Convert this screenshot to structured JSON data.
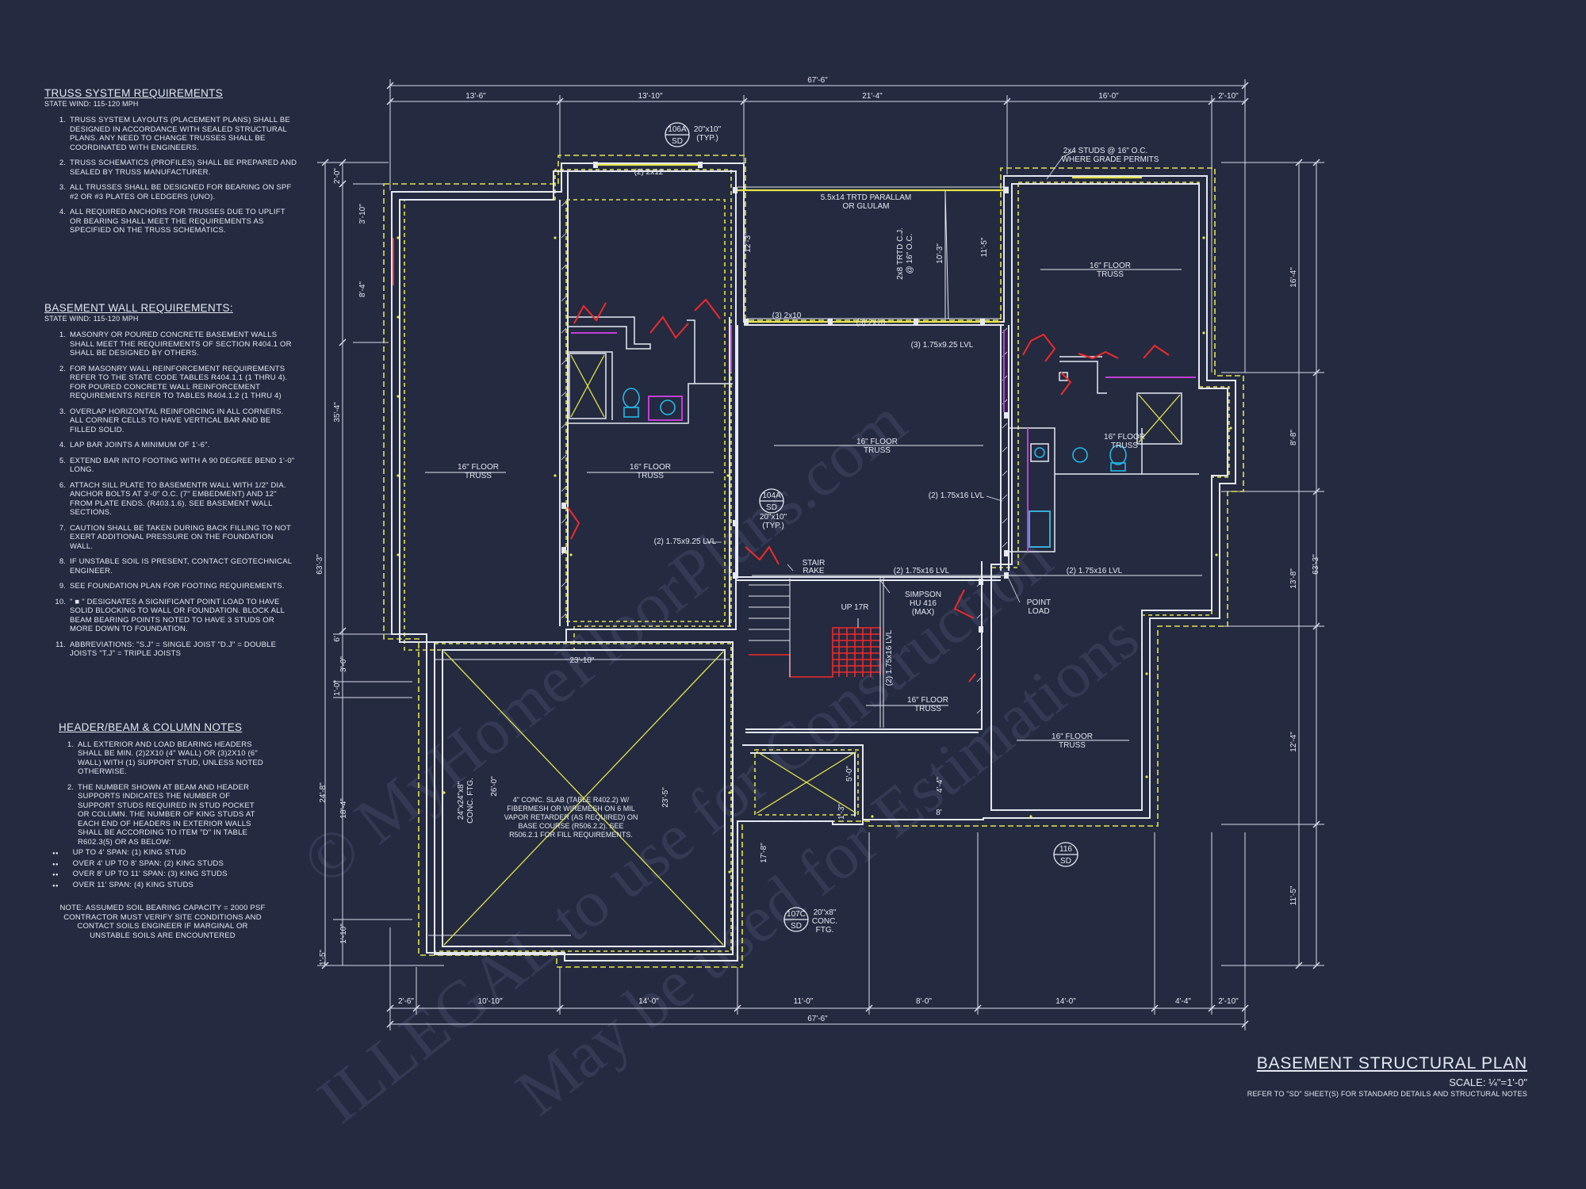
{
  "truss_notes": {
    "title": "TRUSS SYSTEM REQUIREMENTS",
    "subtitle": "STATE Wind: 115-120 mph",
    "items": [
      "TRUSS SYSTEM LAYOUTS (PLACEMENT PLANS) SHALL BE DESIGNED IN ACCORDANCE WITH SEALED STRUCTURAL PLANS. ANY NEED TO CHANGE TRUSSES SHALL BE COORDINATED WITH ENGINEERS.",
      "TRUSS SCHEMATICS (PROFILES) SHALL BE PREPARED AND SEALED BY TRUSS MANUFACTURER.",
      "ALL TRUSSES SHALL BE DESIGNED FOR BEARING ON SPF #2 OR #3 PLATES OR LEDGERS (UNO).",
      "ALL REQUIRED ANCHORS FOR TRUSSES DUE TO UPLIFT OR BEARING SHALL MEET THE REQUIREMENTS AS SPECIFIED ON THE TRUSS SCHEMATICS."
    ]
  },
  "basement_notes": {
    "title": "BASEMENT WALL REQUIREMENTS:",
    "subtitle": "STATE Wind: 115-120 mph",
    "items": [
      "MASONRY OR POURED CONCRETE BASEMENT WALLS SHALL MEET THE REQUIREMENTS OF SECTION R404.1 OR SHALL BE DESIGNED BY OTHERS.",
      "FOR MASONRY WALL REINFORCEMENT REQUIREMENTS REFER TO THE STATE CODE TABLES R404.1.1 (1 THRU 4). FOR POURED CONCRETE WALL REINFORCEMENT REQUIREMENTS REFER TO TABLES R404.1.2 (1 THRU 4)",
      "OVERLAP HORIZONTAL REINFORCING IN ALL CORNERS. ALL CORNER CELLS TO HAVE VERTICAL BAR AND BE FILLED SOLID.",
      "LAP BAR JOINTS A MINIMUM OF 1'-6\".",
      "EXTEND BAR INTO FOOTING WITH A 90 DEGREE BEND 1'-0\" LONG.",
      "ATTACH SILL PLATE TO BASEMENTR WALL WITH 1/2\" DIA. ANCHOR BOLTS AT 3'-0\" O.C. (7\" EMBEDMENT) AND 12\" FROM PLATE ENDS. (R403.1.6). SEE BASEMENT WALL SECTIONS.",
      "CAUTION SHALL BE TAKEN DURING BACK FILLING TO NOT EXERT ADDITIONAL PRESSURE ON THE FOUNDATION WALL.",
      "IF UNSTABLE SOIL IS PRESENT, CONTACT GEOTECHNICAL ENGINEER.",
      "SEE FOUNDATION PLAN FOR FOOTING REQUIREMENTS.",
      "\" ■ \" DESIGNATES A SIGNIFICANT POINT LOAD TO HAVE SOLID BLOCKING TO WALL OR FOUNDATION. BLOCK ALL BEAM BEARING POINTS NOTED TO HAVE 3 STUDS OR MORE DOWN TO FOUNDATION.",
      "ABBREVIATIONS: \"S.J\" = SINGLE JOIST \"D.J\" = DOUBLE JOISTS \"T.J\" = TRIPLE JOISTS"
    ]
  },
  "header_notes": {
    "title": "HEADER/BEAM & COLUMN NOTES",
    "items": [
      "ALL EXTERIOR AND LOAD BEARING HEADERS SHALL BE MIN. (2)2x10 (4\" WALL) OR (3)2x10 (6\" WALL) WITH (1) SUPPORT STUD, UNLESS NOTED OTHERWISE.",
      "THE NUMBER SHOWN AT BEAM AND HEADER SUPPORTS INDICATES THE NUMBER OF SUPPORT STUDS REQUIRED IN STUD POCKET OR COLUMN. THE NUMBER OF KING STUDS AT EACH END OF HEADERS IN EXTERIOR WALLS SHALL BE ACCORDING TO ITEM \"d\" IN TABLE R602.3(5) OR AS BELOW:"
    ],
    "bullets": [
      "UP TO 4' SPAN: (1) KING STUD",
      "OVER 4' UP TO 8' SPAN: (2) KING STUDS",
      "OVER 8' UP TO 11' SPAN: (3) KING STUDS",
      "OVER 11' SPAN: (4) KING STUDS"
    ],
    "note": "NOTE: ASSUMED SOIL BEARING CAPACITY = 2000 PSF CONTRACTOR MUST VERIFY SITE CONDITIONS AND CONTACT SOILS ENGINEER IF MARGINAL OR UNSTABLE SOILS ARE ENCOUNTERED"
  },
  "title_block": {
    "title": "BASEMENT STRUCTURAL PLAN",
    "scale": "SCALE: ¼\"=1'-0\"",
    "reference": "REFER TO \"SD\" SHEET(S) FOR STANDARD DETAILS AND STRUCTURAL NOTES"
  },
  "dimensions": {
    "top_overall": "67'-6\"",
    "top_segments": [
      "13'-6\"",
      "13'-10\"",
      "21'-4\"",
      "16'-0\"",
      "2'-10\""
    ],
    "bottom_overall": "67'-6\"",
    "bottom_segments": [
      "2'-6\"",
      "10'-10\"",
      "14'-0\"",
      "11'-0\"",
      "8'-0\"",
      "14'-0\"",
      "4'-4\"",
      "2'-10\""
    ],
    "left_overall": "63'-3\"",
    "left_segments": [
      "2'-0\"",
      "3'-10\"",
      "8'-4\"",
      "35'-4\"",
      "6'",
      "3'-0\"",
      "1'-0\"",
      "24'-8\"",
      "18'-4\"",
      "1'-10\"",
      "1'-5\""
    ],
    "right_overall": "63'-3\"",
    "right_segments": [
      "16'-4\"",
      "8'-8\"",
      "13'-8\"",
      "12'-4\"",
      "11'-5\""
    ],
    "interior": [
      "12'-3\"",
      "10'-3\"",
      "11'-5\"",
      "23'-10\"",
      "26'-0\"",
      "23'-5\"",
      "17'-8\"",
      "5'-0\"",
      "1'-3\"",
      "8'",
      "4'-4\""
    ]
  },
  "labels": {
    "floor_truss": "16\" FLOOR",
    "truss": "TRUSS",
    "parallam": "5.5x14 TRTD PARALLAM",
    "or_glulam": "OR GLULAM",
    "studs_line1": "2x4 STUDS @ 16\" O.C.",
    "studs_line2": "WHERE GRADE PERMITS",
    "ceiling_joist_line1": "2x8 TRTD C.J.",
    "ceiling_joist_line2": "@ 16\" O.C.",
    "header_2x12": "(2) 2x12",
    "header_3x10a": "(3) 2x10",
    "header_3x10b": "(3) 2x10",
    "lvl_3_925": "(3) 1.75x9.25 LVL",
    "lvl_2_16a": "(2) 1.75x16 LVL",
    "lvl_2_16b": "(2) 1.75x16 LVL",
    "lvl_2_16c": "(2) 1.75x16 LVL",
    "lvl_2_925": "(2) 1.75x9.25 LVL",
    "lvl_1_16": "(2) 1.75x16 LVL",
    "stair": "STAIR",
    "rake": "RAKE",
    "up": "UP 17R",
    "simpson": "SIMPSON",
    "hu": "HU 416",
    "max": "(MAX)",
    "point": "POINT",
    "load": "LOAD",
    "slab_note": "4\" CONC. SLAB (TABLE R402.2) W/ FIBERMESH OR WIREMESH ON 6 MIL VAPOR RETARDER (AS REQUIRED) ON BASE COURSE (R506.2.2). SEE R506.2.1 FOR FILL REQUIREMENTS.",
    "footing_a": "24\"x24\"x8\"",
    "footing_b": "CONC. FTG.",
    "conc_ftg_a": "20\"x8\"",
    "conc_ftg_b": "CONC.",
    "conc_ftg_c": "FTG.",
    "col_typ_a": "20\"x10\"",
    "col_typ_b": "(TYP.)"
  },
  "detail_tags": [
    {
      "top": "106A",
      "bottom": "SD"
    },
    {
      "top": "104A",
      "bottom": "SD"
    },
    {
      "top": "107C",
      "bottom": "SD"
    },
    {
      "top": "116",
      "bottom": "SD"
    }
  ],
  "watermark": {
    "line1": "© MyHomeFloorPlans.com",
    "line2": "ILLEGAL to use for Construction",
    "line3": "May be used for Estimations"
  },
  "colors": {
    "background": "#242a40",
    "linework": "#e6e9f2",
    "footing": "#e4e34a",
    "red": "#ee2b2b",
    "magenta": "#c23fd6",
    "cyan": "#25b8e6",
    "watermark": "#343a54"
  }
}
